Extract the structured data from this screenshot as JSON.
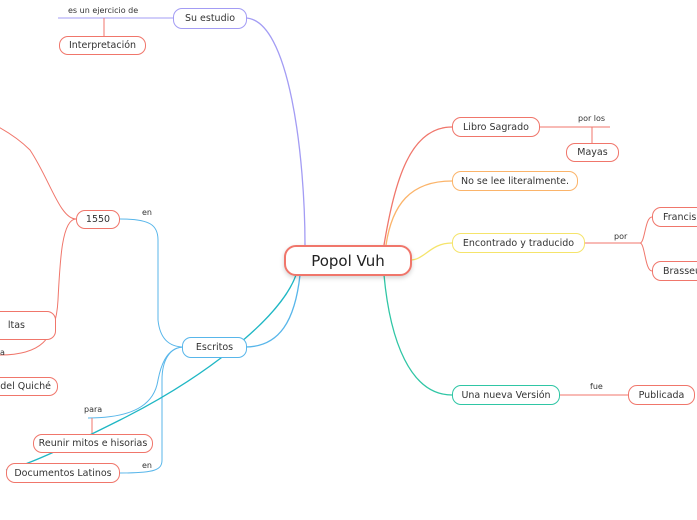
{
  "root": {
    "label": "Popol Vuh",
    "color": "#f0766b"
  },
  "branches": {
    "su_estudio": {
      "label": "Su estudio",
      "color": "#a39cf4",
      "link": "es un  ejercicio de",
      "child": {
        "label": "Interpretación",
        "color": "#f0766b"
      }
    },
    "escritos": {
      "label": "Escritos",
      "color": "#58b6ea",
      "child_1550": {
        "label": "1550",
        "link": "en",
        "color": "#f0766b"
      },
      "partial_altas": "ltas",
      "partial_a": "a",
      "partial_quiche": "del Quiché",
      "link_para": "para",
      "reunir": {
        "label": "Reunir mitos e hisorias",
        "color": "#f0766b"
      },
      "link_en_bottom": "en",
      "documentos": {
        "label": "Documentos Latinos",
        "color": "#f0766b"
      }
    },
    "libro": {
      "label": "Libro Sagrado",
      "color": "#f0766b",
      "link": "por los",
      "child": {
        "label": "Mayas",
        "color": "#f0766b"
      }
    },
    "no_se_lee": {
      "label": "No se lee literalmente.",
      "color": "#fbb46a"
    },
    "encontrado": {
      "label": "Encontrado y traducido",
      "color": "#f5e46b",
      "link": "por",
      "child_1": {
        "label": "Francis",
        "color": "#f0766b"
      },
      "child_2": {
        "label": "Brasseu",
        "color": "#f0766b"
      }
    },
    "nueva_version": {
      "label": "Una nueva Versión",
      "color": "#2fc6a5",
      "link": "fue",
      "child": {
        "label": "Publicada",
        "color": "#f0766b"
      }
    }
  },
  "colors": {
    "cross_link": "#1fb7c4"
  }
}
